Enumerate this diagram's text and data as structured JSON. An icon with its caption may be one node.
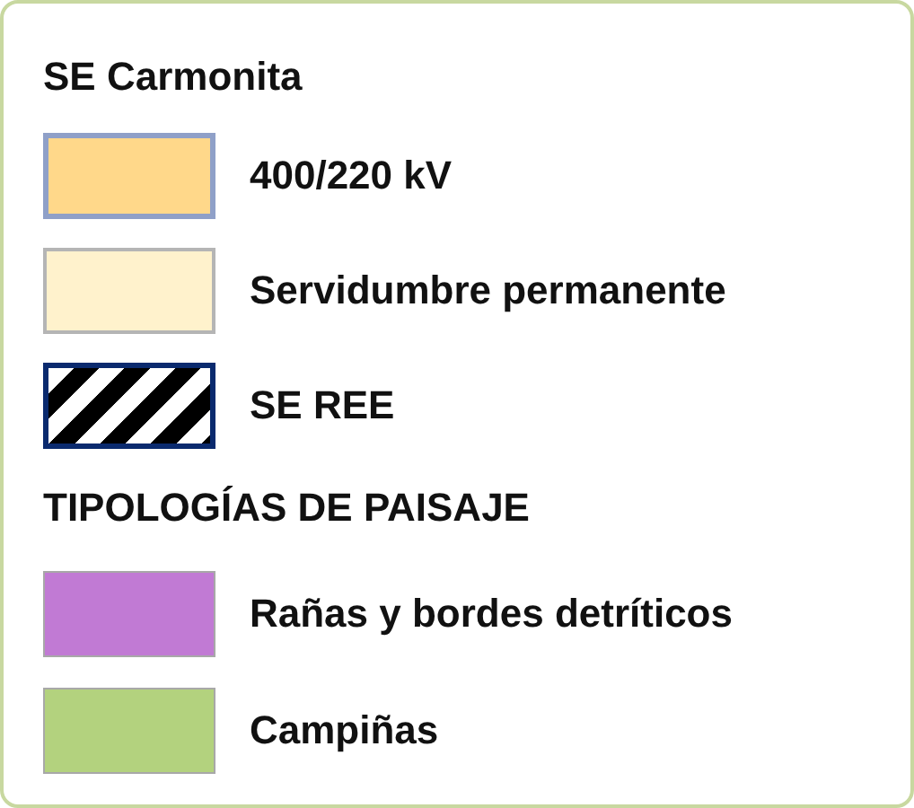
{
  "diagram": {
    "labels": [
      "SE Carmonita",
      "TIPOLOGÍAS DE PAISAJE"
    ],
    "legend": [
      {
        "text": "400/220 kV",
        "color": "#ffd88a"
      },
      {
        "text": "Servidumbre permanente",
        "color": "#fff2cc"
      },
      {
        "text": "SE REE"
      },
      {
        "text": "Rañas y bordes detríticos",
        "color": "#c17ad4"
      },
      {
        "text": "Campiñas",
        "color": "#b3d27e"
      }
    ]
  }
}
